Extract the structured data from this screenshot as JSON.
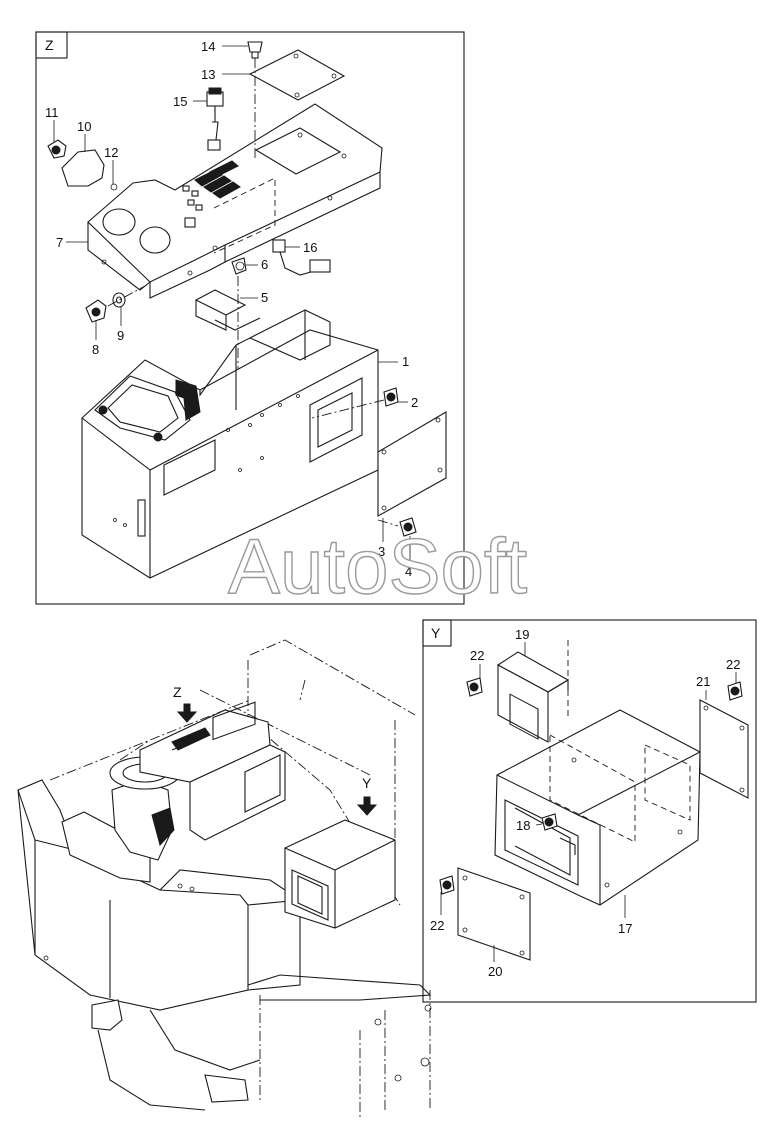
{
  "panels": {
    "z": {
      "tag": "Z"
    },
    "y": {
      "tag": "Y"
    }
  },
  "arrows": {
    "z": "Z",
    "y": "Y"
  },
  "callouts": {
    "c1": "1",
    "c2": "2",
    "c3": "3",
    "c4": "4",
    "c5": "5",
    "c6": "6",
    "c7": "7",
    "c8": "8",
    "c9": "9",
    "c10": "10",
    "c11": "11",
    "c12": "12",
    "c13": "13",
    "c14": "14",
    "c15": "15",
    "c16": "16",
    "c17": "17",
    "c18": "18",
    "c19": "19",
    "c20": "20",
    "c21": "21",
    "c22a": "22",
    "c22b": "22",
    "c22c": "22"
  },
  "watermark": "AutoSoft"
}
